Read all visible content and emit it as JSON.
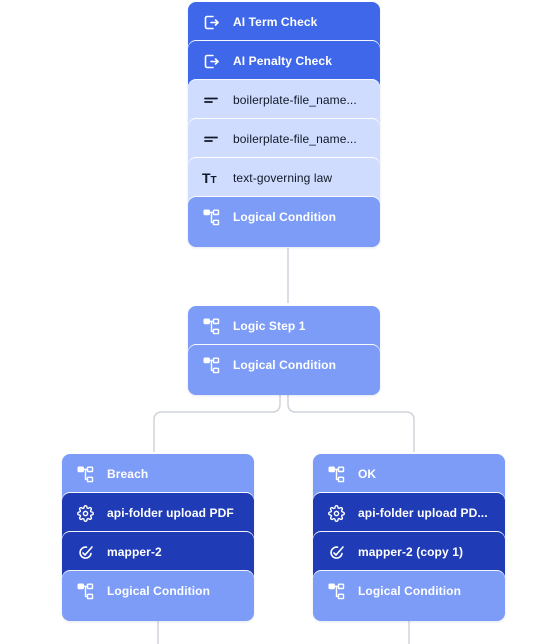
{
  "colors": {
    "blue": "#3f67ea",
    "navy": "#1f3bb5",
    "pale": "#cfdcfd",
    "mid": "#7c9cf8",
    "connector": "#cfd3da"
  },
  "top_group": {
    "nodes": [
      {
        "label": "AI Term Check",
        "icon": "export-icon",
        "style": "blue"
      },
      {
        "label": "AI Penalty Check",
        "icon": "export-icon",
        "style": "blue"
      },
      {
        "label": "boilerplate-file_name...",
        "icon": "short-text-icon",
        "style": "pale"
      },
      {
        "label": "boilerplate-file_name...",
        "icon": "short-text-icon",
        "style": "pale"
      },
      {
        "label": "text-governing law",
        "icon": "text-type-icon",
        "style": "pale"
      },
      {
        "label": "Logical Condition",
        "icon": "flowchart-icon",
        "style": "mid"
      }
    ]
  },
  "middle_group": {
    "nodes": [
      {
        "label": "Logic Step 1",
        "icon": "flowchart-icon",
        "style": "mid"
      },
      {
        "label": "Logical Condition",
        "icon": "flowchart-icon",
        "style": "mid"
      }
    ]
  },
  "left_branch": {
    "nodes": [
      {
        "label": "Breach",
        "icon": "flowchart-icon",
        "style": "mid"
      },
      {
        "label": "api-folder upload PDF",
        "icon": "gear-icon",
        "style": "navy"
      },
      {
        "label": "mapper-2",
        "icon": "mapper-icon",
        "style": "navy"
      },
      {
        "label": "Logical Condition",
        "icon": "flowchart-icon",
        "style": "mid"
      }
    ]
  },
  "right_branch": {
    "nodes": [
      {
        "label": "OK",
        "icon": "flowchart-icon",
        "style": "mid"
      },
      {
        "label": "api-folder upload PD...",
        "icon": "gear-icon",
        "style": "navy"
      },
      {
        "label": "mapper-2 (copy 1)",
        "icon": "mapper-icon",
        "style": "navy"
      },
      {
        "label": "Logical Condition",
        "icon": "flowchart-icon",
        "style": "mid"
      }
    ]
  }
}
